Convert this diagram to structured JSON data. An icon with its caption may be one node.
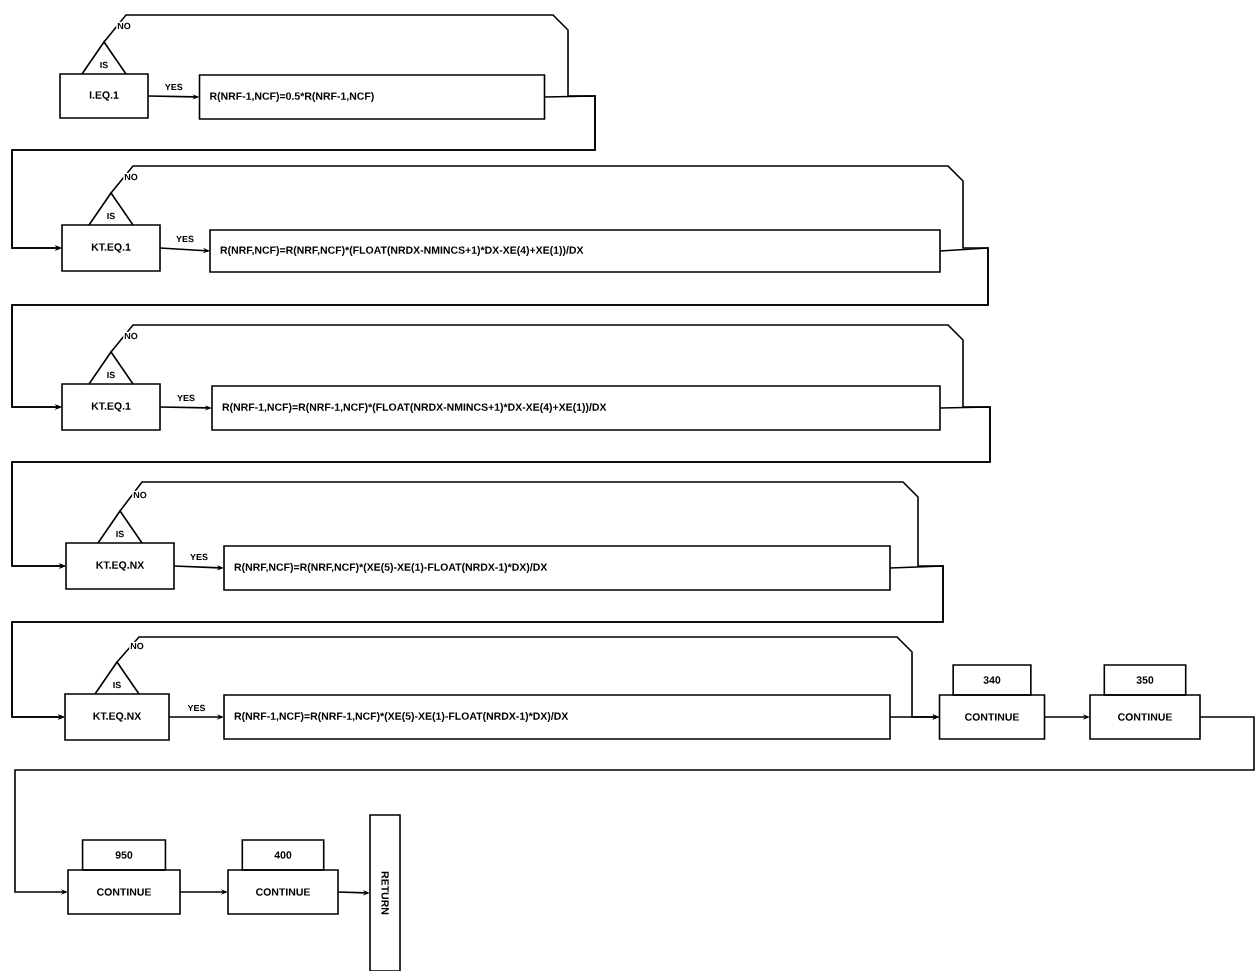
{
  "diagram": {
    "nodes": [
      {
        "text": [
          "IS",
          "I.EQ.1"
        ]
      },
      {
        "text": [
          "R(NRF-1,NCF)=0.5*R(NRF-1,NCF)"
        ]
      },
      {
        "text": [
          "IS",
          "KT.EQ.1"
        ]
      },
      {
        "text": [
          "R(NRF,NCF)=R(NRF,NCF)*(FLOAT(NRDX-NMINCS+1)*DX-XE(4)+XE(1))/DX"
        ]
      },
      {
        "text": [
          "IS",
          "KT.EQ.1"
        ]
      },
      {
        "text": [
          "R(NRF-1,NCF)=R(NRF-1,NCF)*(FLOAT(NRDX-NMINCS+1)*DX-XE(4)+XE(1))/DX"
        ]
      },
      {
        "text": [
          "IS",
          "KT.EQ.NX"
        ]
      },
      {
        "text": [
          "R(NRF,NCF)=R(NRF,NCF)*(XE(5)-XE(1)-FLOAT(NRDX-1)*DX)/DX"
        ]
      },
      {
        "text": [
          "IS",
          "KT.EQ.NX"
        ]
      },
      {
        "text": [
          "R(NRF-1,NCF)=R(NRF-1,NCF)*(XE(5)-XE(1)-FLOAT(NRDX-1)*DX)/DX"
        ]
      },
      {
        "text": [
          "340",
          "CONTINUE"
        ]
      },
      {
        "text": [
          "350",
          "CONTINUE"
        ]
      },
      {
        "text": [
          "950",
          "CONTINUE"
        ]
      },
      {
        "text": [
          "400",
          "CONTINUE"
        ]
      },
      {
        "text": [
          "RETURN"
        ]
      }
    ],
    "edges": [
      {
        "from": 0,
        "to": 1,
        "arrow": "to",
        "label": "YES"
      },
      {
        "from": 0,
        "to": 2,
        "arrow": "to",
        "label": "NO"
      },
      {
        "from": 1,
        "to": 2,
        "arrow": "to"
      },
      {
        "from": 2,
        "to": 3,
        "arrow": "to",
        "label": "YES"
      },
      {
        "from": 2,
        "to": 4,
        "arrow": "to",
        "label": "NO"
      },
      {
        "from": 3,
        "to": 4,
        "arrow": "to"
      },
      {
        "from": 4,
        "to": 5,
        "arrow": "to",
        "label": "YES"
      },
      {
        "from": 4,
        "to": 6,
        "arrow": "to",
        "label": "NO"
      },
      {
        "from": 5,
        "to": 6,
        "arrow": "to"
      },
      {
        "from": 6,
        "to": 7,
        "arrow": "to",
        "label": "YES"
      },
      {
        "from": 6,
        "to": 8,
        "arrow": "to",
        "label": "NO"
      },
      {
        "from": 7,
        "to": 8,
        "arrow": "to"
      },
      {
        "from": 8,
        "to": 9,
        "arrow": "to",
        "label": "YES"
      },
      {
        "from": 8,
        "to": 10,
        "arrow": "to",
        "label": "NO"
      },
      {
        "from": 9,
        "to": 10,
        "arrow": "to"
      },
      {
        "from": 10,
        "to": 11,
        "arrow": "to"
      },
      {
        "from": 11,
        "to": 12,
        "arrow": "to"
      },
      {
        "from": 12,
        "to": 13,
        "arrow": "to"
      },
      {
        "from": 13,
        "to": 14,
        "arrow": "to"
      }
    ]
  }
}
